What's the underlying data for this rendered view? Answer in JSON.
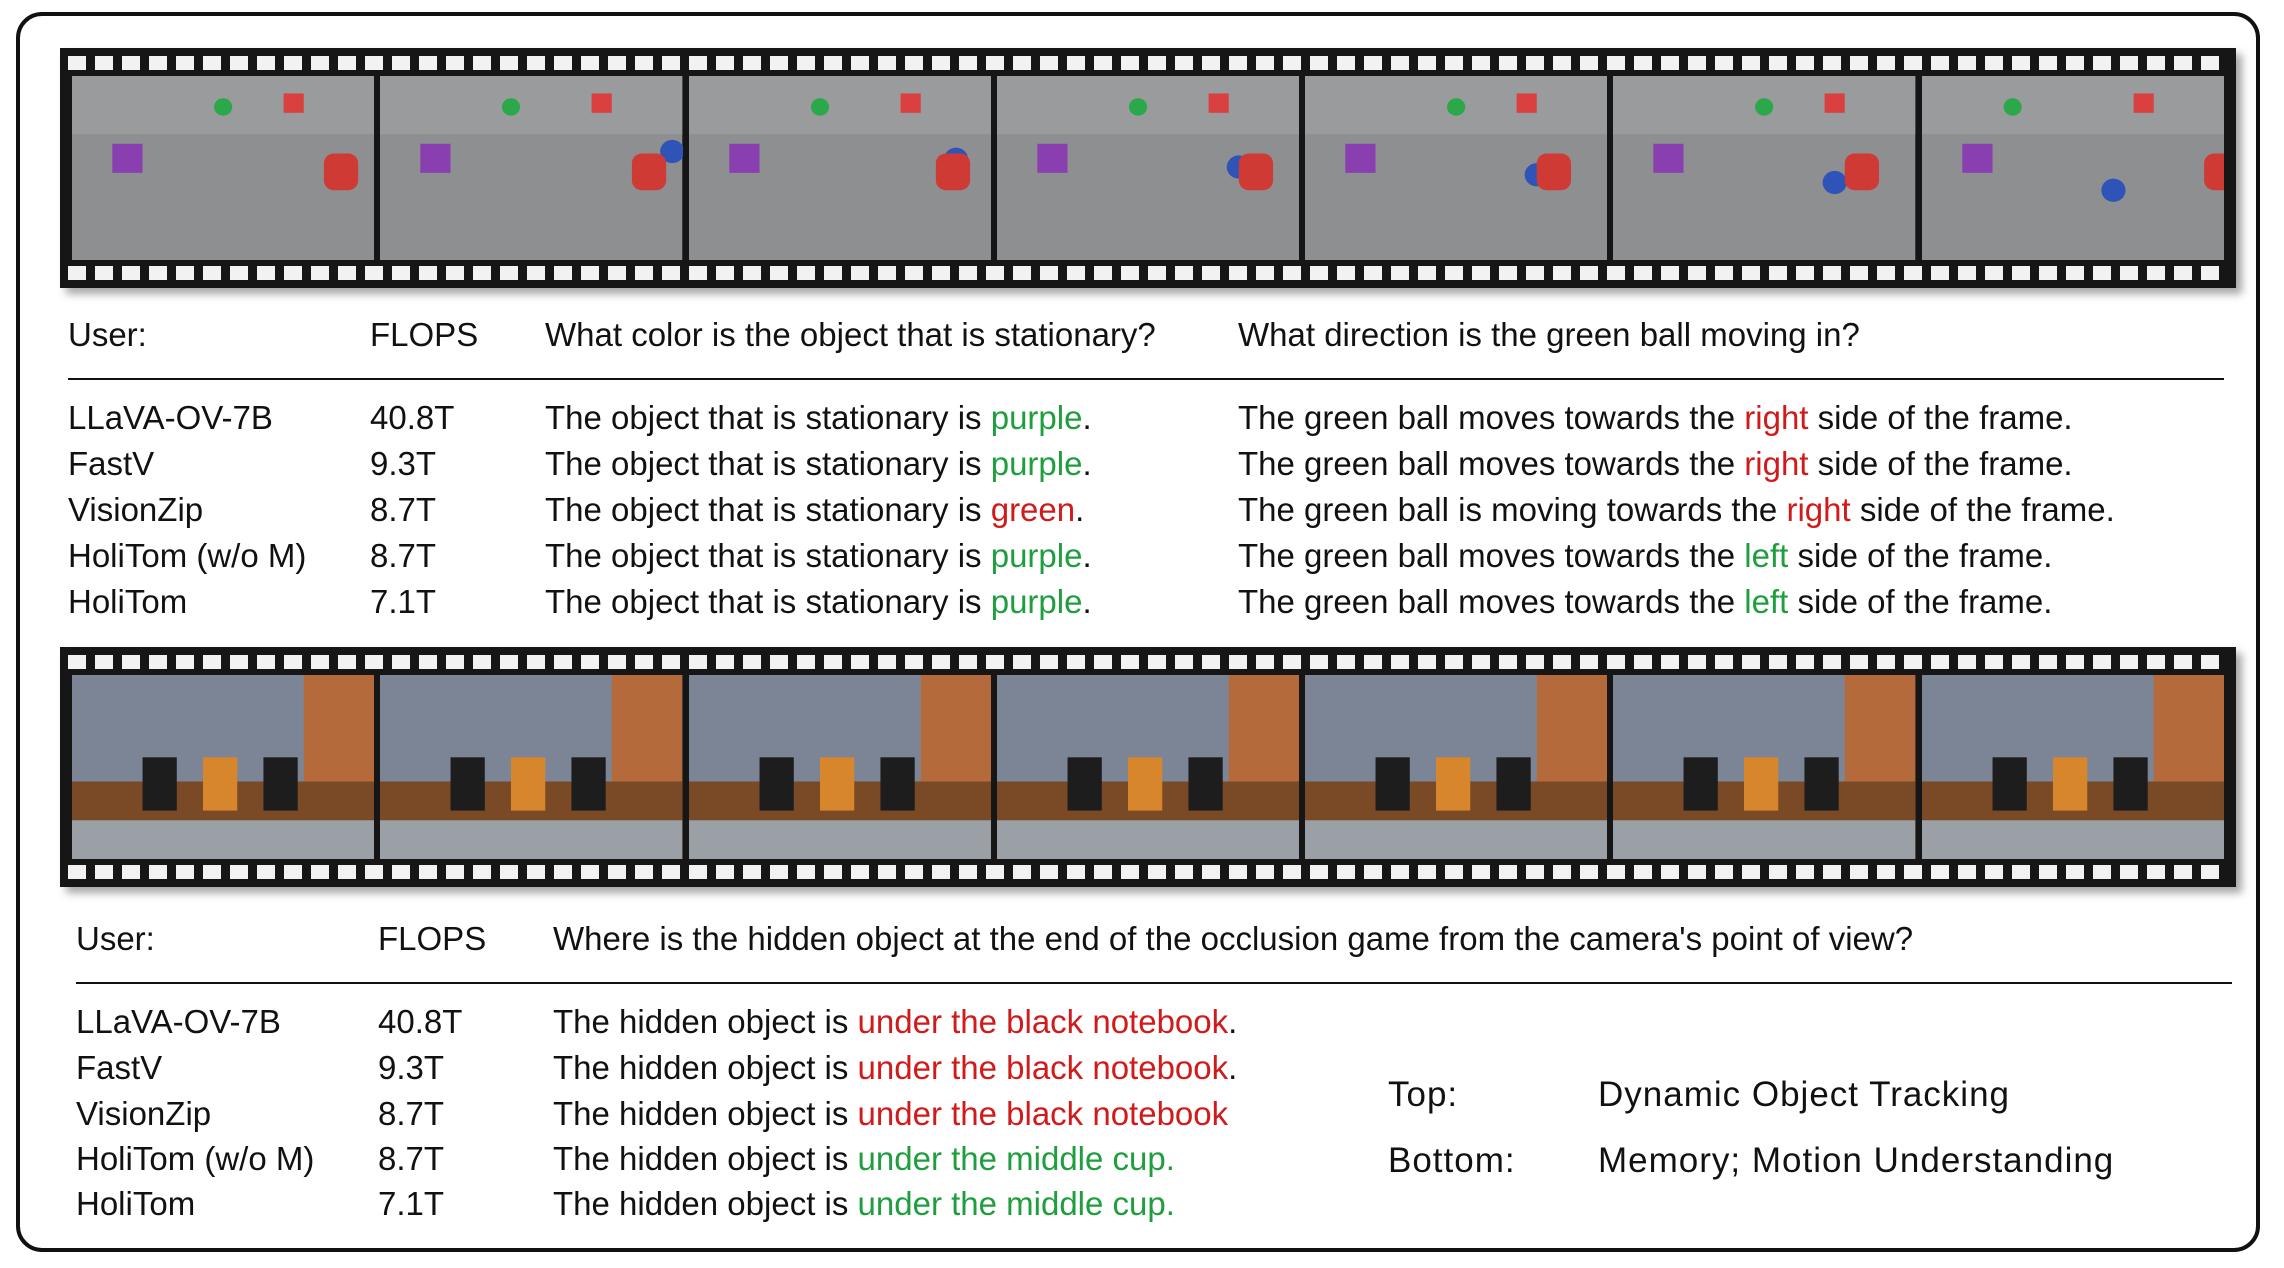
{
  "section1": {
    "header": {
      "user": "User:",
      "flops": "FLOPS",
      "q1": "What color is the object that is stationary?",
      "q2": "What direction is the green ball moving in?"
    },
    "rows": [
      {
        "model": "LLaVA-OV-7B",
        "flops": "40.8T",
        "a1_pre": "The object that is stationary is ",
        "a1_hl": "purple",
        "a1_post": ".",
        "a2_pre": "The green ball moves towards the ",
        "a2_hl": "right",
        "a2_post": " side of the frame."
      },
      {
        "model": "FastV",
        "flops": "9.3T",
        "a1_pre": "The object that is stationary is ",
        "a1_hl": "purple",
        "a1_post": ".",
        "a2_pre": "The green ball moves towards the ",
        "a2_hl": "right",
        "a2_post": " side of the frame."
      },
      {
        "model": "VisionZip",
        "flops": "8.7T",
        "a1_pre": "The object that is stationary is ",
        "a1_hl": "green",
        "a1_post": ".",
        "a2_pre": "The green ball is moving towards the ",
        "a2_hl": "right",
        "a2_post": " side of the frame."
      },
      {
        "model": "HoliTom (w/o M)",
        "flops": "8.7T",
        "a1_pre": "The object that is stationary is ",
        "a1_hl": "purple",
        "a1_post": ".",
        "a2_pre": "The green ball moves towards the ",
        "a2_hl": "left",
        "a2_post": " side of the frame."
      },
      {
        "model": "HoliTom",
        "flops": "7.1T",
        "a1_pre": "The object that is stationary is ",
        "a1_hl": "purple",
        "a1_post": ".",
        "a2_pre": "The green ball moves towards the ",
        "a2_hl": "left",
        "a2_post": " side of the frame."
      }
    ]
  },
  "section2": {
    "header": {
      "user": "User:",
      "flops": "FLOPS",
      "q1": "Where is the hidden object at the end of the occlusion game from the camera's point of view?"
    },
    "rows": [
      {
        "model": "LLaVA-OV-7B",
        "flops": "40.8T",
        "a_pre": "The hidden object is ",
        "a_hl": "under the black notebook",
        "a_post": "."
      },
      {
        "model": "FastV",
        "flops": "9.3T",
        "a_pre": "The hidden object is ",
        "a_hl": "under the black notebook",
        "a_post": "."
      },
      {
        "model": "VisionZip",
        "flops": "8.7T",
        "a_pre": "The hidden object is ",
        "a_hl": "under the black notebook",
        "a_post": ""
      },
      {
        "model": "HoliTom (w/o M)",
        "flops": "8.7T",
        "a_pre": "The hidden object is ",
        "a_hl": "under the middle cup.",
        "a_post": ""
      },
      {
        "model": "HoliTom",
        "flops": "7.1T",
        "a_pre": "The hidden object is ",
        "a_hl": "under the middle cup.",
        "a_post": ""
      }
    ]
  },
  "legend": {
    "top_label": "Top:",
    "top_value": "Dynamic Object Tracking",
    "bottom_label": "Bottom:",
    "bottom_value": "Memory; Motion Understanding"
  },
  "colors": {
    "correct": "#1f9e3e",
    "wrong": "#d11a1a"
  },
  "answer_correct": {
    "section1_a1": [
      true,
      true,
      false,
      true,
      true
    ],
    "section1_a2": [
      false,
      false,
      false,
      true,
      true
    ],
    "section2": [
      false,
      false,
      false,
      true,
      true
    ]
  },
  "film": {
    "top_frame_count": 7,
    "bottom_frame_count": 7
  }
}
